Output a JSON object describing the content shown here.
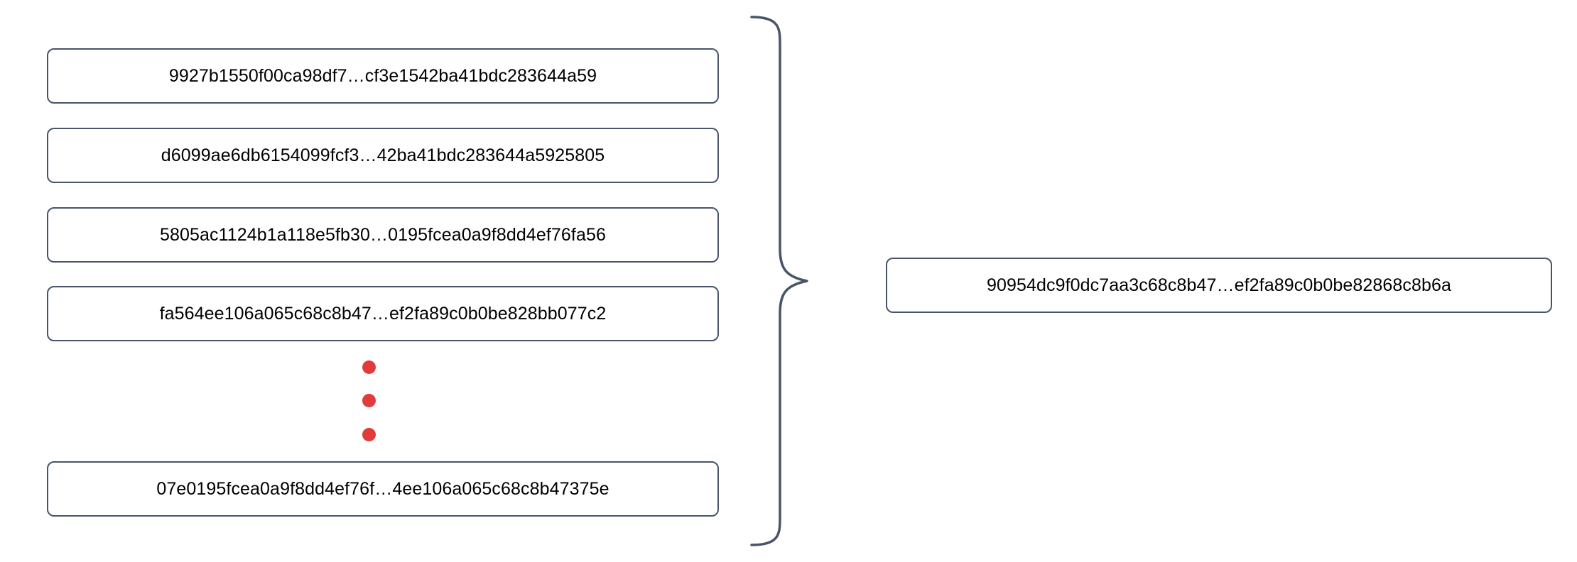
{
  "diagram": {
    "type": "hash-aggregation",
    "title": "",
    "colors": {
      "box_border": "#49546b",
      "box_fill": "#ffffff",
      "text": "#000000",
      "dot": "#e13b3b",
      "brace": "#49546b"
    },
    "inputs": {
      "label": "input-hash-list",
      "items": [
        {
          "id": "hash-1",
          "text": "9927b1550f00ca98df7…cf3e1542ba41bdc283644a59"
        },
        {
          "id": "hash-2",
          "text": "d6099ae6db6154099fcf3…42ba41bdc283644a5925805"
        },
        {
          "id": "hash-3",
          "text": "5805ac1124b1a118e5fb30…0195fcea0a9f8dd4ef76fa56"
        },
        {
          "id": "hash-4",
          "text": "fa564ee106a065c68c8b47…ef2fa89c0b0be828bb077c2"
        },
        {
          "id": "hash-5",
          "text": "07e0195fcea0a9f8dd4ef76f…4ee106a065c68c8b47375e"
        }
      ],
      "ellipsis": {
        "label": "vertical-ellipsis",
        "dot_count": 3
      }
    },
    "connector": {
      "label": "curly-brace",
      "direction": "right"
    },
    "output": {
      "label": "aggregate-hash",
      "text": "90954dc9f0dc7aa3c68c8b47…ef2fa89c0b0be82868c8b6a"
    }
  }
}
